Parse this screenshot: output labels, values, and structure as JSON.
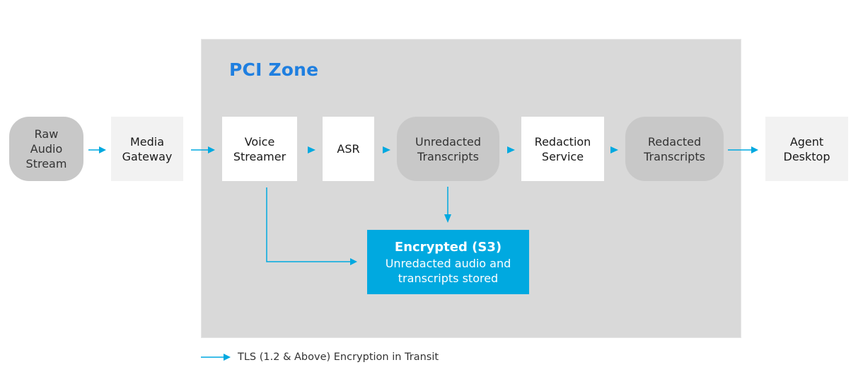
{
  "zone": {
    "title": "PCI Zone"
  },
  "nodes": {
    "raw_audio": "Raw\nAudio\nStream",
    "media_gateway": "Media\nGateway",
    "voice_streamer": "Voice\nStreamer",
    "asr": "ASR",
    "unredacted": "Unredacted\nTranscripts",
    "redaction": "Redaction\nService",
    "redacted": "Redacted\nTranscripts",
    "agent_desktop": "Agent\nDesktop"
  },
  "storage": {
    "title": "Encrypted (S3)",
    "subtitle": "Unredacted audio and\ntranscripts stored"
  },
  "legend": {
    "label": "TLS (1.2 & Above)  Encryption in Transit"
  },
  "colors": {
    "accent": "#00a9e0",
    "zone_title": "#1f7fe0",
    "zone_bg": "#d9d9d9"
  }
}
